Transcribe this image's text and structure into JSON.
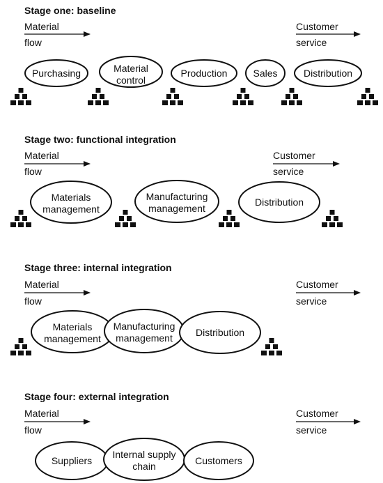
{
  "labels": {
    "material_flow": [
      "Material",
      "flow"
    ],
    "customer_service": [
      "Customer",
      "service"
    ]
  },
  "stages": [
    {
      "title": "Stage one: baseline",
      "processes": [
        [
          "Purchasing"
        ],
        [
          "Material",
          "control"
        ],
        [
          "Production"
        ],
        [
          "Sales"
        ],
        [
          "Distribution"
        ]
      ],
      "inventory_stacks": 6
    },
    {
      "title": "Stage two: functional integration",
      "processes": [
        [
          "Materials",
          "management"
        ],
        [
          "Manufacturing",
          "management"
        ],
        [
          "Distribution"
        ]
      ],
      "inventory_stacks": 4
    },
    {
      "title": "Stage three: internal integration",
      "processes": [
        [
          "Materials",
          "management"
        ],
        [
          "Manufacturing",
          "management"
        ],
        [
          "Distribution"
        ]
      ],
      "inventory_stacks": 2
    },
    {
      "title": "Stage four: external integration",
      "processes": [
        [
          "Suppliers"
        ],
        [
          "Internal supply",
          "chain"
        ],
        [
          "Customers"
        ]
      ],
      "inventory_stacks": 0
    }
  ]
}
